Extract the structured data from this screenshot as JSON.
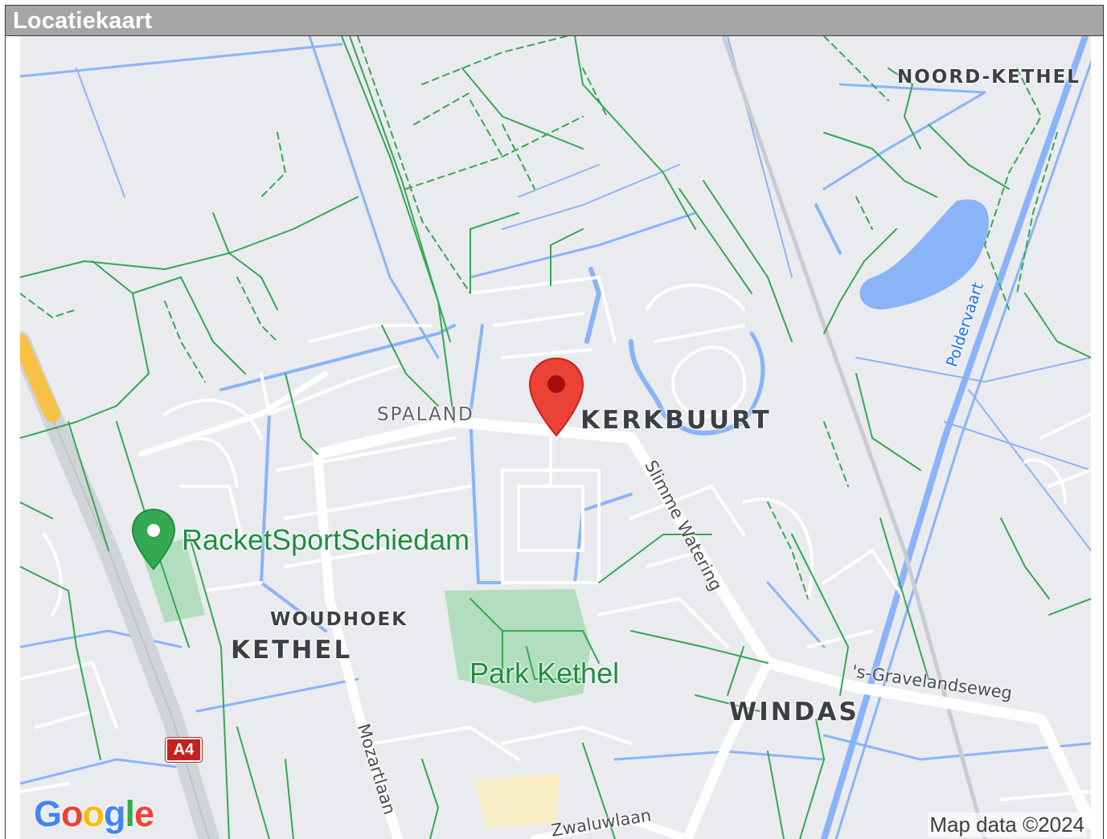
{
  "panel": {
    "title": "Locatiekaart"
  },
  "map": {
    "places": {
      "noord_kethel": "NOORD-KETHEL",
      "spaland": "SPALAND",
      "kerkbuurt": "KERKBUURT",
      "woudhoek": "WOUDHOEK",
      "kethel": "KETHEL",
      "windas": "WINDAS"
    },
    "streets": {
      "slimme_watering": "Slimme Watering",
      "gravelandseweg": "'s-Gravelandseweg",
      "mozartlaan": "Mozartlaan",
      "zwaluwlaan": "Zwaluwlaan"
    },
    "water": {
      "poldervaart": "Poldervaart"
    },
    "poi": {
      "racketsport": "RacketSportSchiedam",
      "park": "Park Kethel"
    },
    "highway_shield": "A4",
    "logo": {
      "letters": [
        "G",
        "o",
        "o",
        "g",
        "l",
        "e"
      ]
    },
    "attribution": "Map data ©2024"
  },
  "colors": {
    "background": "#e9ebee",
    "water": "#8ab4f8",
    "paths": "#34a853",
    "roads": "#ffffff",
    "pin": "#ea4335",
    "park": "#a8dab5",
    "header": "#a5a5a5"
  }
}
